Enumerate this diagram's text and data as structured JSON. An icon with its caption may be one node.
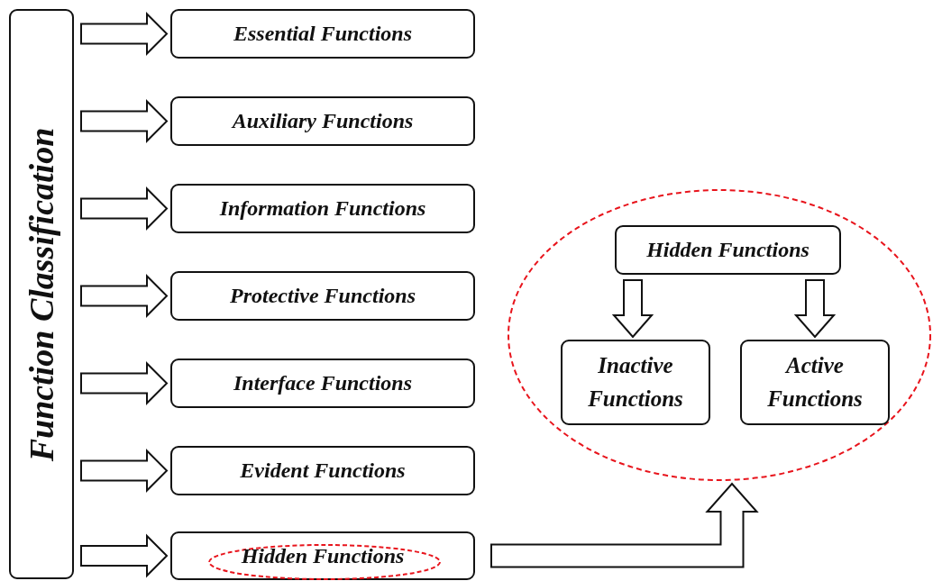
{
  "diagram": {
    "nodes": [
      {
        "text": [
          "Function Classification"
        ]
      },
      {
        "text": [
          "Essential Functions"
        ]
      },
      {
        "text": [
          "Auxiliary Functions"
        ]
      },
      {
        "text": [
          "Information Functions"
        ]
      },
      {
        "text": [
          "Protective Functions"
        ]
      },
      {
        "text": [
          "Interface Functions"
        ]
      },
      {
        "text": [
          "Evident Functions"
        ]
      },
      {
        "text": [
          "Hidden Functions"
        ]
      },
      {
        "text": [],
        "shape": "ellipse"
      },
      {
        "text": [
          "Hidden Functions"
        ],
        "in": 8
      },
      {
        "text": [
          "Inactive Functions"
        ],
        "in": 8
      },
      {
        "text": [
          "Active Functions"
        ],
        "in": 8
      }
    ],
    "edges": [
      {
        "from": 0,
        "to": 1,
        "arrow": "to"
      },
      {
        "from": 0,
        "to": 2,
        "arrow": "to"
      },
      {
        "from": 0,
        "to": 3,
        "arrow": "to"
      },
      {
        "from": 0,
        "to": 4,
        "arrow": "to"
      },
      {
        "from": 0,
        "to": 5,
        "arrow": "to"
      },
      {
        "from": 0,
        "to": 6,
        "arrow": "to"
      },
      {
        "from": 0,
        "to": 7,
        "arrow": "to"
      },
      {
        "from": 7,
        "to": 8,
        "arrow": "to"
      },
      {
        "from": 9,
        "to": 10,
        "arrow": "to"
      },
      {
        "from": 9,
        "to": 11,
        "arrow": "to"
      }
    ]
  }
}
